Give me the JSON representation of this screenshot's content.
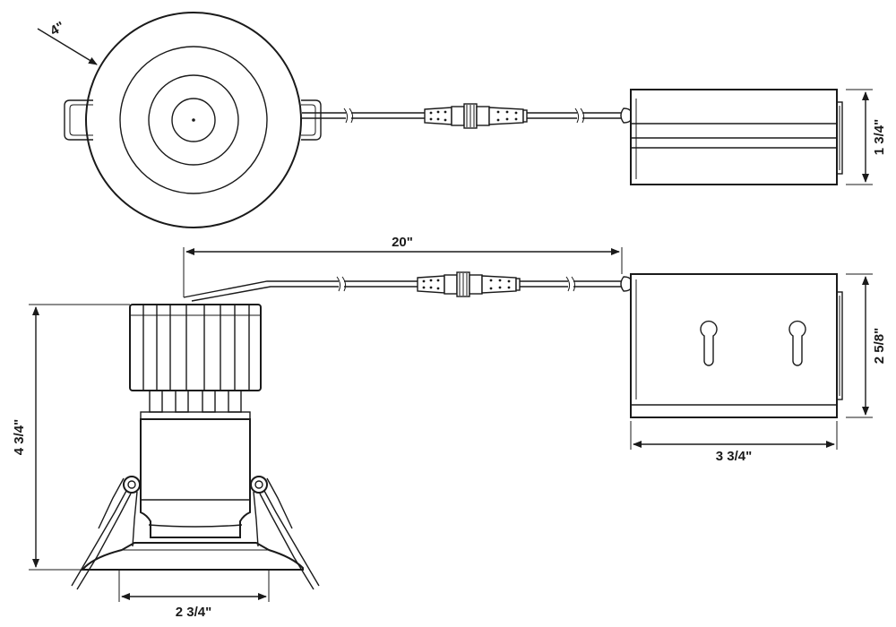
{
  "dimensions": {
    "diameter": "4\"",
    "height": "1 3/4\"",
    "cable_length": "20\"",
    "box_height": "2 5/8\"",
    "fixture_height": "4 3/4\"",
    "box_width": "3 3/4\"",
    "aperture": "2 3/4\""
  },
  "colors": {
    "line": "#1a1a1a",
    "background": "#ffffff"
  }
}
